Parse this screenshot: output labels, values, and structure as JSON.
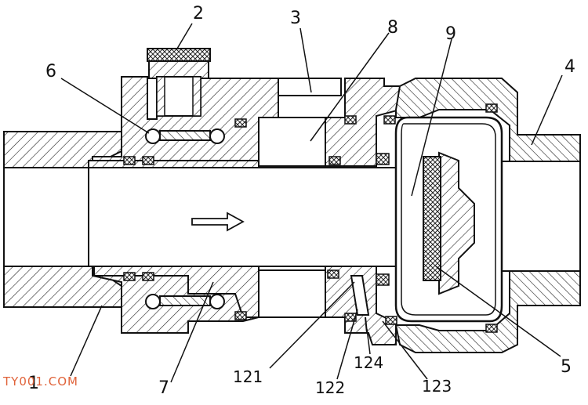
{
  "drawing": {
    "callouts": [
      {
        "id": "1",
        "label": "1"
      },
      {
        "id": "2",
        "label": "2"
      },
      {
        "id": "3",
        "label": "3"
      },
      {
        "id": "4",
        "label": "4"
      },
      {
        "id": "5",
        "label": "5"
      },
      {
        "id": "6",
        "label": "6"
      },
      {
        "id": "7",
        "label": "7"
      },
      {
        "id": "8",
        "label": "8"
      },
      {
        "id": "9",
        "label": "9"
      },
      {
        "id": "121",
        "label": "121"
      },
      {
        "id": "122",
        "label": "122"
      },
      {
        "id": "123",
        "label": "123"
      },
      {
        "id": "124",
        "label": "124"
      }
    ],
    "flow_direction": "right",
    "watermark": "TY001.COM"
  }
}
